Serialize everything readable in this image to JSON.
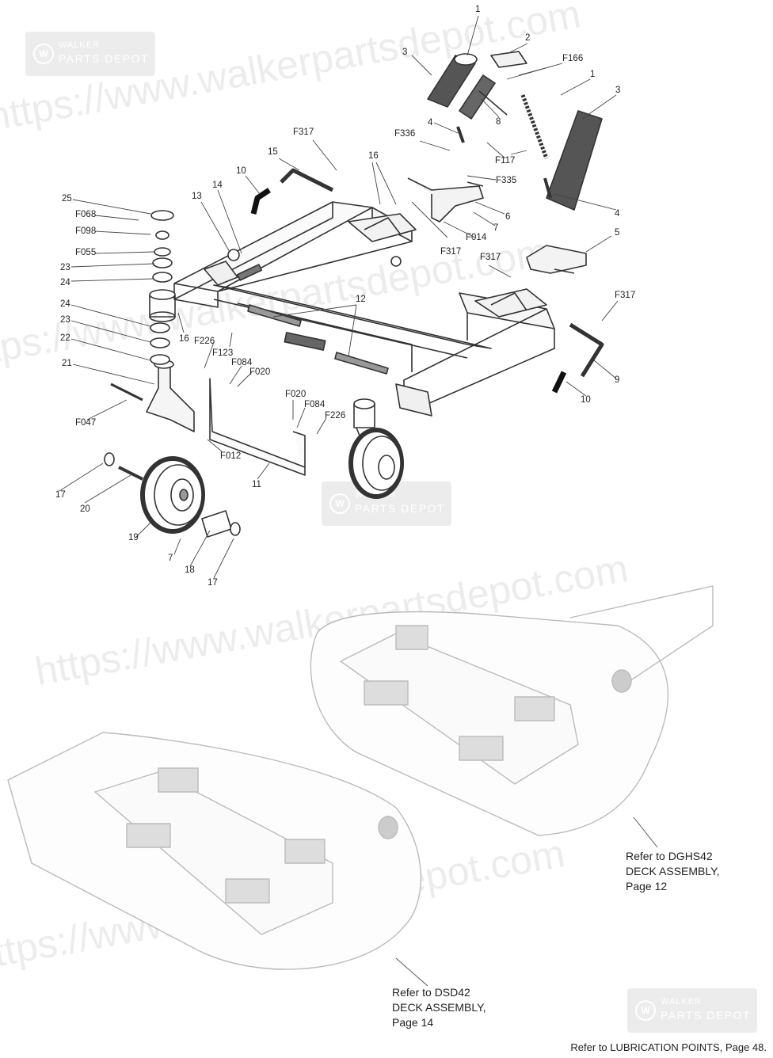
{
  "watermark": {
    "text": "https://www.walkerpartsdepot.com",
    "logo_line1": "WALKER",
    "logo_line2": "PARTS DEPOT"
  },
  "callouts": [
    {
      "id": "c-1a",
      "label": "1"
    },
    {
      "id": "c-2",
      "label": "2"
    },
    {
      "id": "c-3a",
      "label": "3"
    },
    {
      "id": "c-f166",
      "label": "F166"
    },
    {
      "id": "c-1b",
      "label": "1"
    },
    {
      "id": "c-3b",
      "label": "3"
    },
    {
      "id": "c-4a",
      "label": "4"
    },
    {
      "id": "c-8",
      "label": "8"
    },
    {
      "id": "c-f336",
      "label": "F336"
    },
    {
      "id": "c-f117",
      "label": "F117"
    },
    {
      "id": "c-f317a",
      "label": "F317"
    },
    {
      "id": "c-16a",
      "label": "16"
    },
    {
      "id": "c-f335",
      "label": "F335"
    },
    {
      "id": "c-4b",
      "label": "4"
    },
    {
      "id": "c-15",
      "label": "15"
    },
    {
      "id": "c-10a",
      "label": "10"
    },
    {
      "id": "c-14",
      "label": "14"
    },
    {
      "id": "c-13",
      "label": "13"
    },
    {
      "id": "c-6",
      "label": "6"
    },
    {
      "id": "c-7a",
      "label": "7"
    },
    {
      "id": "c-f014",
      "label": "F014"
    },
    {
      "id": "c-f317b",
      "label": "F317"
    },
    {
      "id": "c-5",
      "label": "5"
    },
    {
      "id": "c-f317c",
      "label": "F317"
    },
    {
      "id": "c-25",
      "label": "25"
    },
    {
      "id": "c-f068",
      "label": "F068"
    },
    {
      "id": "c-f098",
      "label": "F098"
    },
    {
      "id": "c-f055",
      "label": "F055"
    },
    {
      "id": "c-23a",
      "label": "23"
    },
    {
      "id": "c-24a",
      "label": "24"
    },
    {
      "id": "c-12",
      "label": "12"
    },
    {
      "id": "c-f317d",
      "label": "F317"
    },
    {
      "id": "c-24b",
      "label": "24"
    },
    {
      "id": "c-23b",
      "label": "23"
    },
    {
      "id": "c-16b",
      "label": "16"
    },
    {
      "id": "c-f226a",
      "label": "F226"
    },
    {
      "id": "c-f123",
      "label": "F123"
    },
    {
      "id": "c-22",
      "label": "22"
    },
    {
      "id": "c-f084a",
      "label": "F084"
    },
    {
      "id": "c-f020a",
      "label": "F020"
    },
    {
      "id": "c-21",
      "label": "21"
    },
    {
      "id": "c-9",
      "label": "9"
    },
    {
      "id": "c-10b",
      "label": "10"
    },
    {
      "id": "c-f047",
      "label": "F047"
    },
    {
      "id": "c-f020b",
      "label": "F020"
    },
    {
      "id": "c-f084b",
      "label": "F084"
    },
    {
      "id": "c-f226b",
      "label": "F226"
    },
    {
      "id": "c-f012",
      "label": "F012"
    },
    {
      "id": "c-11",
      "label": "11"
    },
    {
      "id": "c-17a",
      "label": "17"
    },
    {
      "id": "c-20",
      "label": "20"
    },
    {
      "id": "c-19",
      "label": "19"
    },
    {
      "id": "c-7b",
      "label": "7"
    },
    {
      "id": "c-18",
      "label": "18"
    },
    {
      "id": "c-17b",
      "label": "17"
    }
  ],
  "references": {
    "dghs42": {
      "line1": "Refer to DGHS42",
      "line2": "DECK ASSEMBLY,",
      "line3": "Page 12"
    },
    "dsd42": {
      "line1": "Refer to DSD42",
      "line2": "DECK ASSEMBLY,",
      "line3": "Page 14"
    }
  },
  "footer": "Refer to LUBRICATION POINTS, Page 48."
}
